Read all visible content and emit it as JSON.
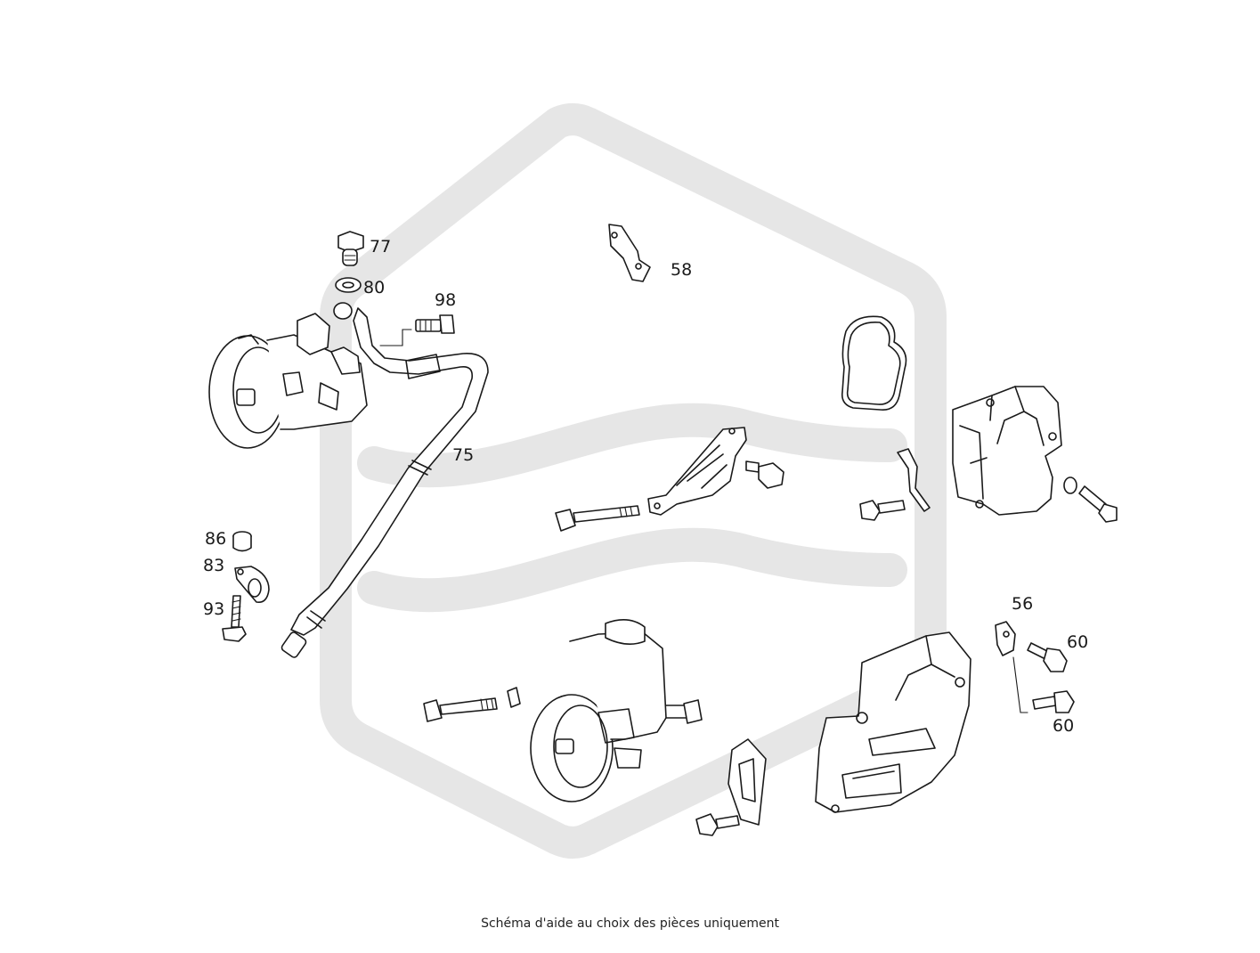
{
  "diagram": {
    "callouts": [
      {
        "id": "77",
        "label": "77"
      },
      {
        "id": "80",
        "label": "80"
      },
      {
        "id": "98",
        "label": "98"
      },
      {
        "id": "58",
        "label": "58"
      },
      {
        "id": "75",
        "label": "75"
      },
      {
        "id": "86",
        "label": "86"
      },
      {
        "id": "83",
        "label": "83"
      },
      {
        "id": "93",
        "label": "93"
      },
      {
        "id": "56",
        "label": "56"
      },
      {
        "id": "60a",
        "label": "60"
      },
      {
        "id": "60b",
        "label": "60"
      }
    ],
    "watermark": {
      "shape": "hexagon-logo",
      "color": "#e6e6e6"
    }
  },
  "footer": {
    "caption": "Schéma d'aide au choix des pièces uniquement"
  }
}
